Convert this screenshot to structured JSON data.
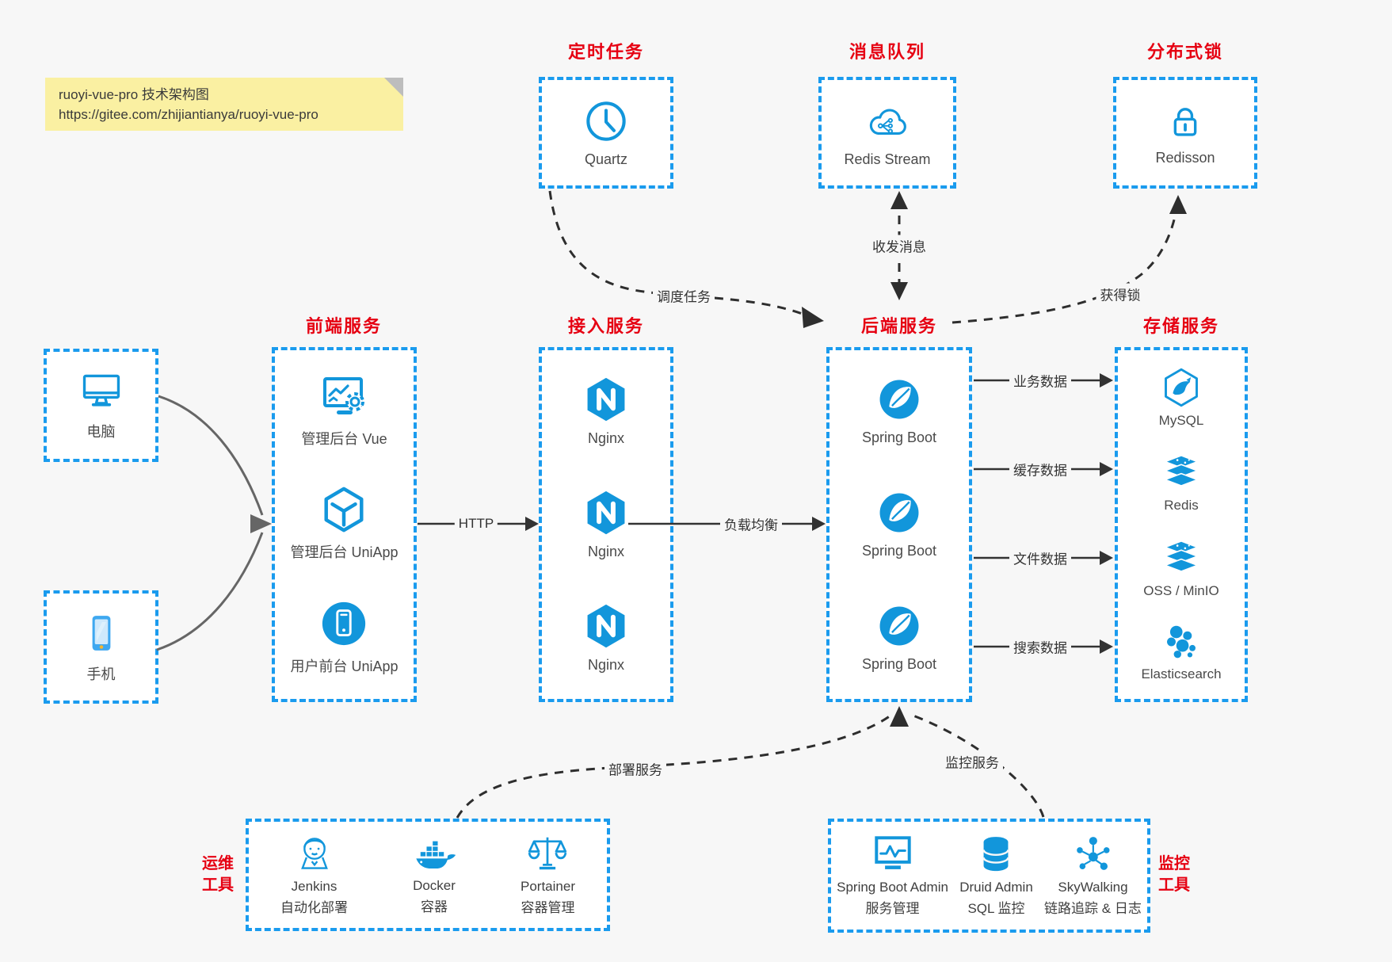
{
  "note": {
    "line1": "ruoyi-vue-pro 技术架构图",
    "line2": "https://gitee.com/zhijiantianya/ruoyi-vue-pro"
  },
  "top_groups": [
    {
      "title": "定时任务",
      "item": {
        "icon": "clock-icon",
        "label": "Quartz"
      }
    },
    {
      "title": "消息队列",
      "item": {
        "icon": "cloud-stream-icon",
        "label": "Redis Stream"
      }
    },
    {
      "title": "分布式锁",
      "item": {
        "icon": "lock-icon",
        "label": "Redisson"
      }
    }
  ],
  "clients": [
    {
      "icon": "desktop-icon",
      "label": "电脑"
    },
    {
      "icon": "smartphone-icon",
      "label": "手机"
    }
  ],
  "service_columns": [
    {
      "title": "前端服务",
      "items": [
        {
          "icon": "admin-vue-icon",
          "label": "管理后台 Vue"
        },
        {
          "icon": "uniapp-cube-icon",
          "label": "管理后台 UniApp"
        },
        {
          "icon": "user-app-icon",
          "label": "用户前台 UniApp"
        }
      ]
    },
    {
      "title": "接入服务",
      "items": [
        {
          "icon": "nginx-icon",
          "label": "Nginx"
        },
        {
          "icon": "nginx-icon",
          "label": "Nginx"
        },
        {
          "icon": "nginx-icon",
          "label": "Nginx"
        }
      ]
    },
    {
      "title": "后端服务",
      "items": [
        {
          "icon": "spring-boot-icon",
          "label": "Spring Boot"
        },
        {
          "icon": "spring-boot-icon",
          "label": "Spring Boot"
        },
        {
          "icon": "spring-boot-icon",
          "label": "Spring Boot"
        }
      ]
    },
    {
      "title": "存储服务",
      "items": [
        {
          "icon": "mysql-icon",
          "label": "MySQL"
        },
        {
          "icon": "redis-stack-icon",
          "label": "Redis"
        },
        {
          "icon": "oss-stack-icon",
          "label": "OSS / MinIO"
        },
        {
          "icon": "elasticsearch-icon",
          "label": "Elasticsearch"
        }
      ]
    }
  ],
  "tool_groups": [
    {
      "side_label": [
        "运维",
        "工具"
      ],
      "items": [
        {
          "icon": "jenkins-icon",
          "label": "Jenkins",
          "sublabel": "自动化部署"
        },
        {
          "icon": "docker-icon",
          "label": "Docker",
          "sublabel": "容器"
        },
        {
          "icon": "portainer-icon",
          "label": "Portainer",
          "sublabel": "容器管理"
        }
      ]
    },
    {
      "side_label": [
        "监控",
        "工具"
      ],
      "items": [
        {
          "icon": "spring-boot-admin-icon",
          "label": "Spring Boot Admin",
          "sublabel": "服务管理"
        },
        {
          "icon": "druid-icon",
          "label": "Druid Admin",
          "sublabel": "SQL 监控"
        },
        {
          "icon": "skywalking-icon",
          "label": "SkyWalking",
          "sublabel": "链路追踪 & 日志"
        }
      ]
    }
  ],
  "edge_labels": {
    "http": "HTTP",
    "load_balance": "负载均衡",
    "business_data": "业务数据",
    "cache_data": "缓存数据",
    "file_data": "文件数据",
    "search_data": "搜索数据",
    "schedule": "调度任务",
    "message": "收发消息",
    "lock": "获得锁",
    "deploy": "部署服务",
    "monitor": "监控服务"
  },
  "colors": {
    "accent_blue": "#1296db",
    "border_blue": "#1a9bee",
    "title_red": "#e60012",
    "note_bg": "#faf0a2",
    "canvas_bg": "#f7f7f7",
    "line_dark": "#333333",
    "line_gray": "#666666"
  }
}
